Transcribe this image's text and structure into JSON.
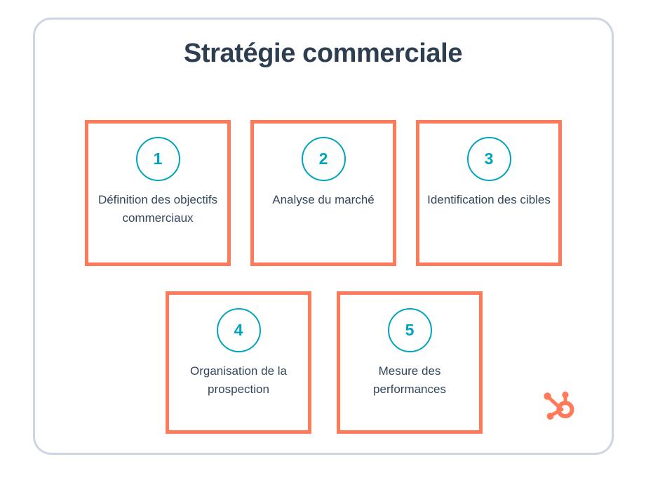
{
  "page": {
    "title": "Stratégie commerciale",
    "language": "fr"
  },
  "theme": {
    "frame_border_color": "#CBD6E2",
    "title_color": "#2D3E50",
    "card_border_color": "#FF7A59",
    "circle_stroke_color": "#00A4BD",
    "number_color": "#00A4BD",
    "label_color": "#33475B",
    "background_color": "#FFFFFF",
    "logo_color": "#FF7A59"
  },
  "steps": [
    {
      "number": "1",
      "label": "Définition des objectifs commerciaux"
    },
    {
      "number": "2",
      "label": "Analyse du marché"
    },
    {
      "number": "3",
      "label": "Identification des cibles"
    },
    {
      "number": "4",
      "label": "Organisation de la prospection"
    },
    {
      "number": "5",
      "label": "Mesure des performances"
    }
  ],
  "branding": {
    "logo_name": "hubspot-sprocket-logo"
  }
}
